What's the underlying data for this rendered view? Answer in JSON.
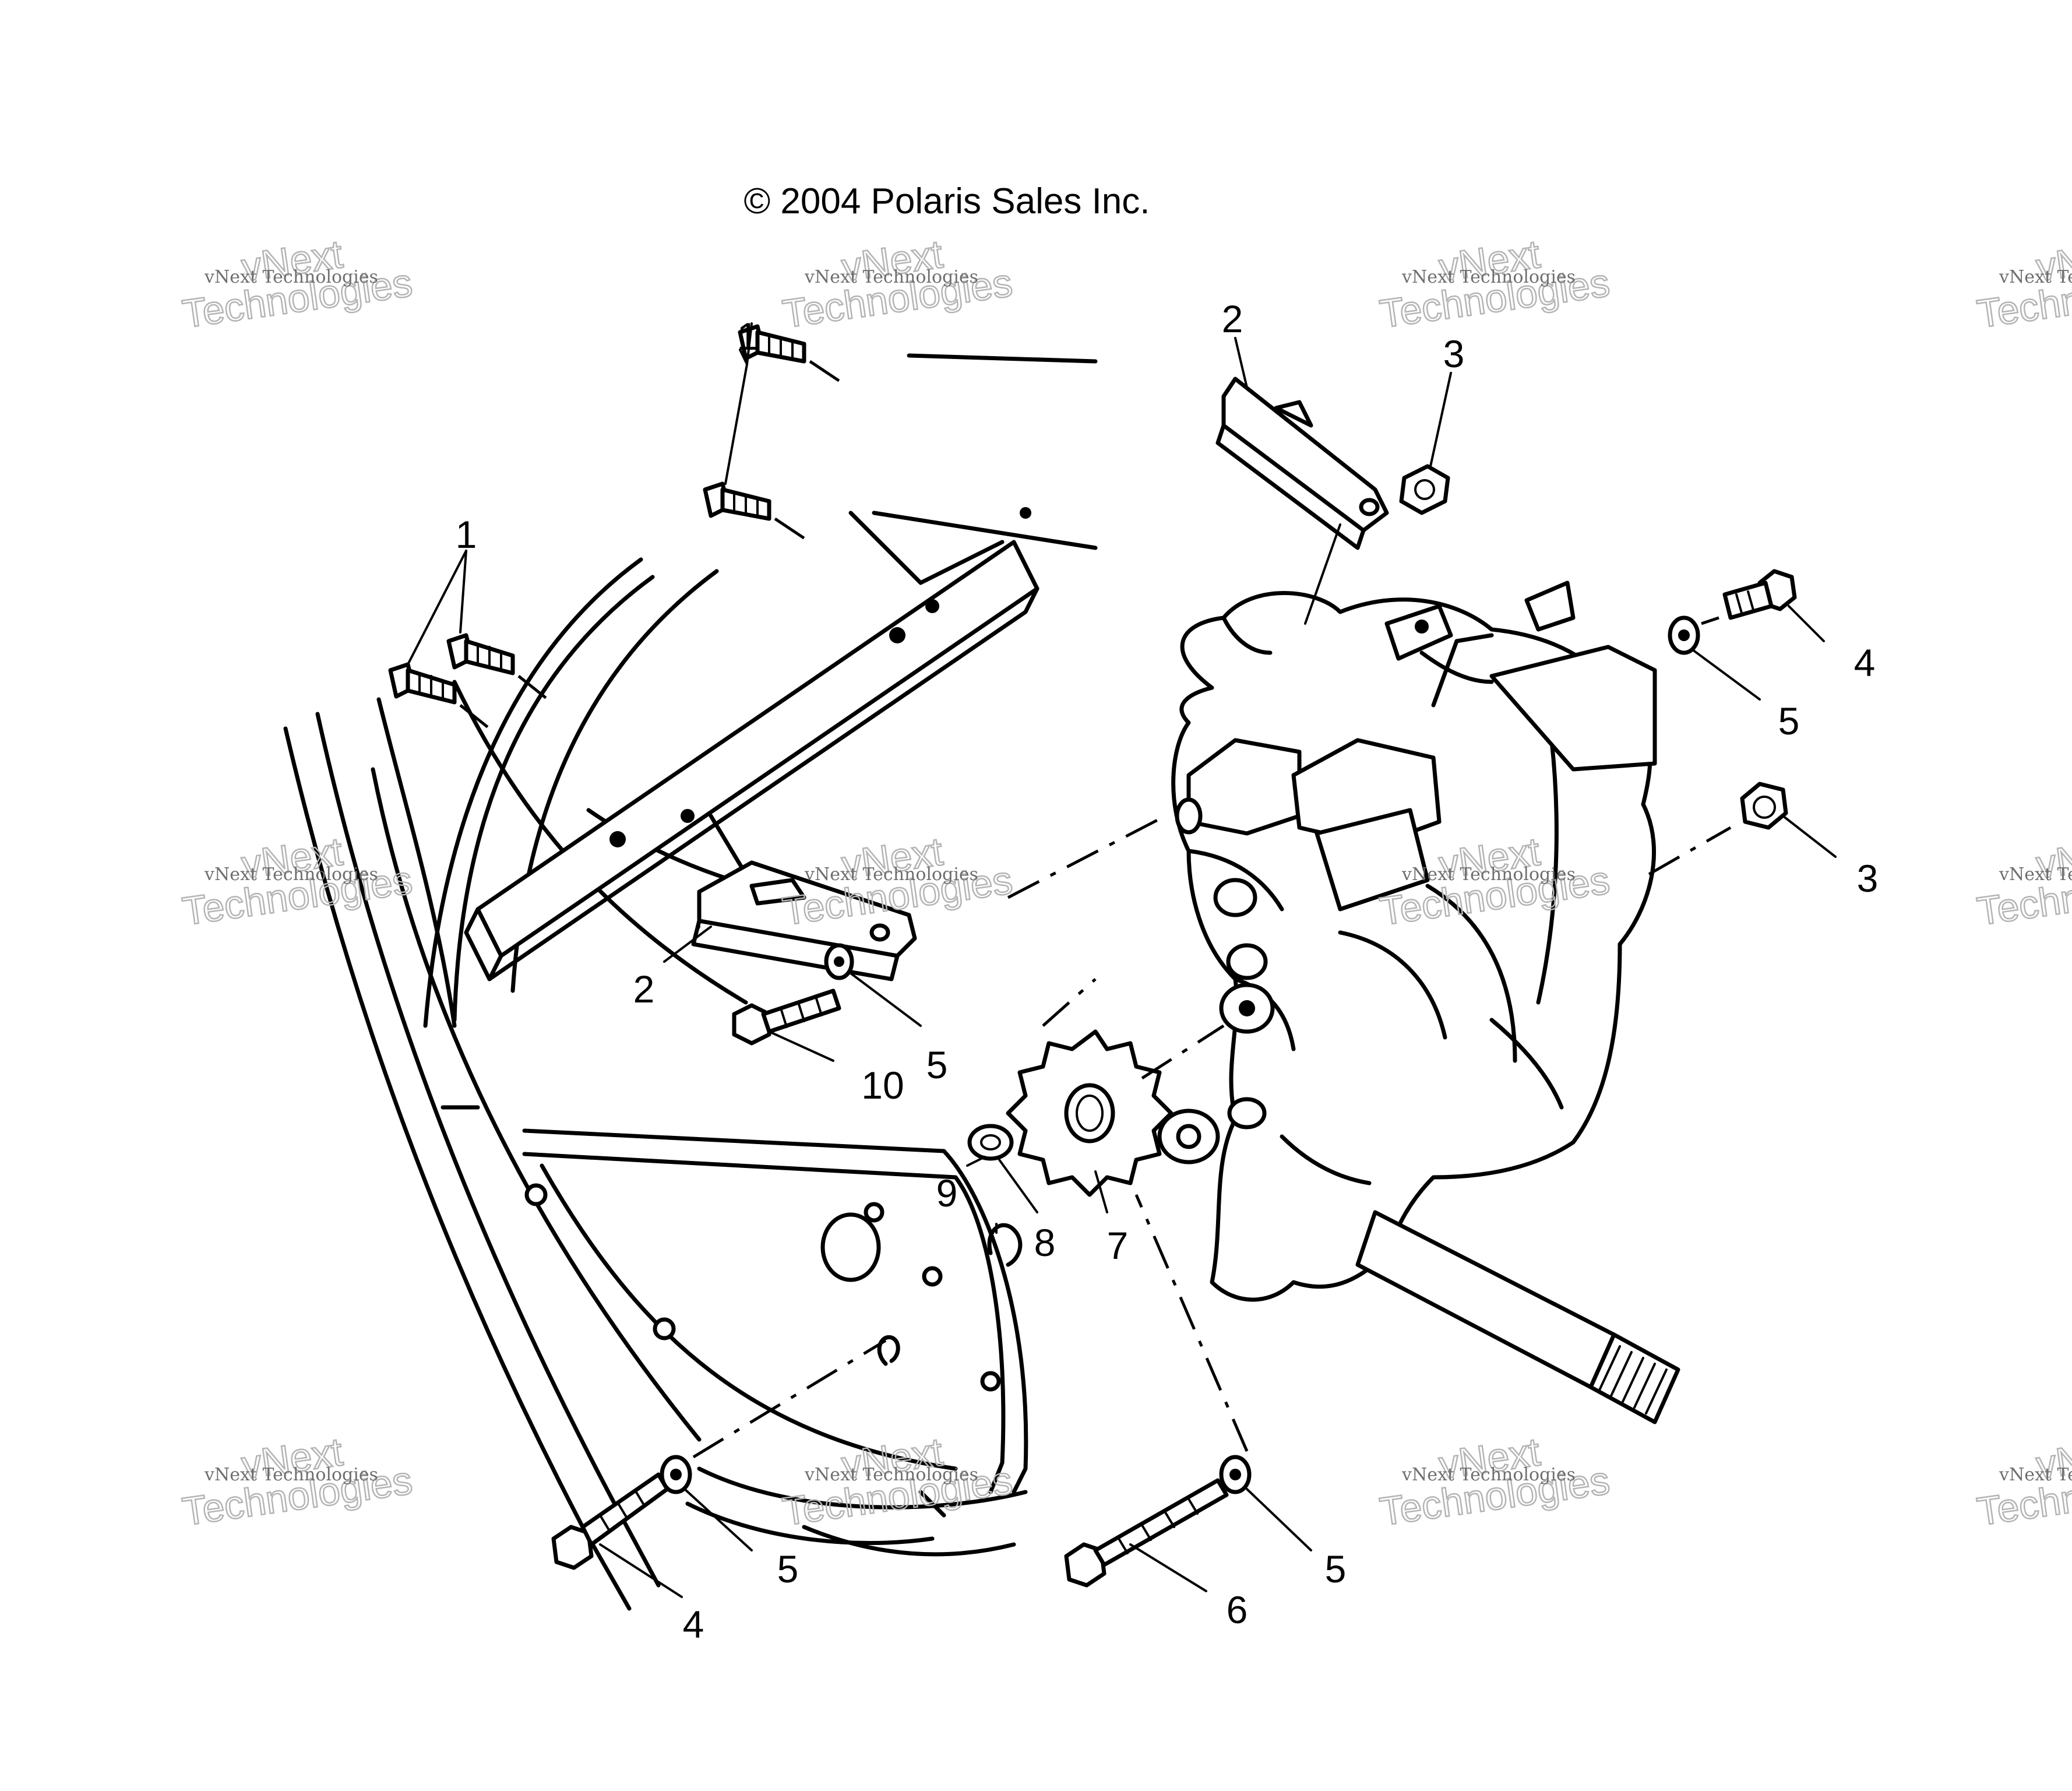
{
  "copyright": "© 2004 Polaris Sales Inc.",
  "watermark": {
    "small_text": "vNext Technologies",
    "large_line1": "vNext",
    "large_line2": "Technologies",
    "colors": {
      "small": "#6e6e6e",
      "large": "#b4b4b4"
    }
  },
  "callouts": {
    "c1a": "1",
    "c1b": "1",
    "c2a": "2",
    "c2b": "2",
    "c3a": "3",
    "c3b": "3",
    "c4a": "4",
    "c4b": "4",
    "c5a": "5",
    "c5b": "5",
    "c5c": "5",
    "c5d": "5",
    "c6": "6",
    "c7": "7",
    "c8": "8",
    "c9": "9",
    "c10": "10"
  },
  "icons": {
    "bolt": "hex-bolt-icon",
    "washer": "lock-washer-icon",
    "nut": "hex-nut-icon",
    "sprocket": "sprocket-icon",
    "clip": "retaining-clip-icon"
  },
  "colors": {
    "line": "#000000",
    "background": "#ffffff"
  }
}
